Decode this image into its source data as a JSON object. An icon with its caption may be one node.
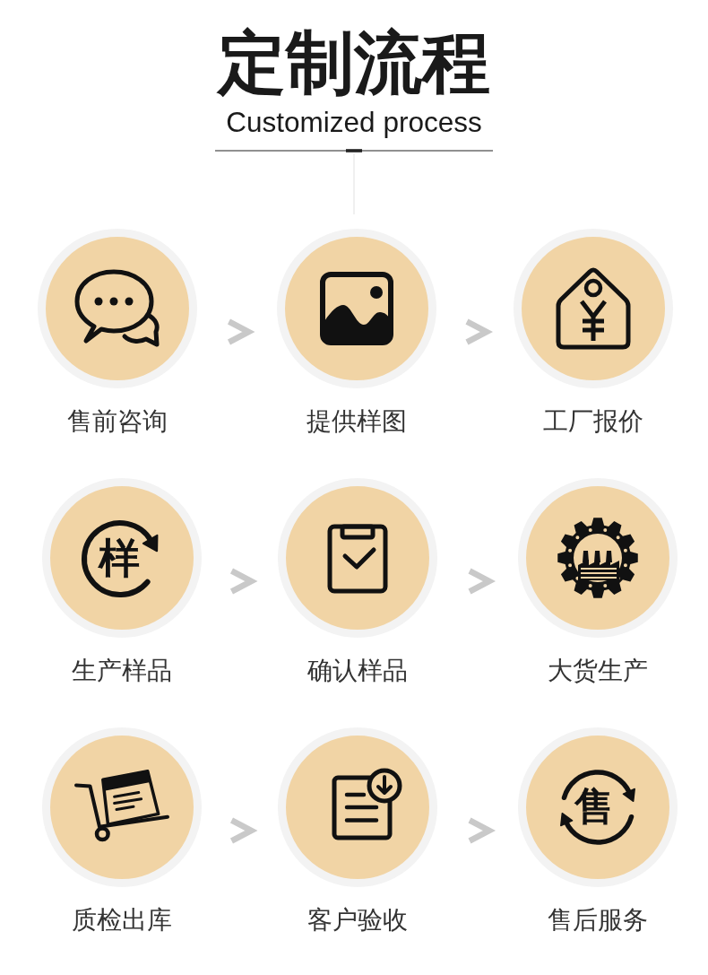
{
  "diagram": {
    "title": "定制流程",
    "nodes": [
      {
        "text": [
          "售前咨询"
        ]
      },
      {
        "text": [
          "提供样图"
        ]
      },
      {
        "text": [
          "工厂报价"
        ]
      },
      {
        "text": [
          "生产样品"
        ]
      },
      {
        "text": [
          "确认样品"
        ]
      },
      {
        "text": [
          "大货生产"
        ]
      },
      {
        "text": [
          "质检出库"
        ]
      },
      {
        "text": [
          "客户验收"
        ]
      },
      {
        "text": [
          "售后服务"
        ]
      }
    ],
    "edges": [
      {
        "from": 0,
        "to": 1,
        "arrow": "to"
      },
      {
        "from": 1,
        "to": 2,
        "arrow": "to"
      },
      {
        "from": 3,
        "to": 4,
        "arrow": "to"
      },
      {
        "from": 4,
        "to": 5,
        "arrow": "to"
      },
      {
        "from": 6,
        "to": 7,
        "arrow": "to"
      },
      {
        "from": 7,
        "to": 8,
        "arrow": "to"
      }
    ],
    "labels": [
      "Customized process",
      "样",
      "售"
    ]
  }
}
